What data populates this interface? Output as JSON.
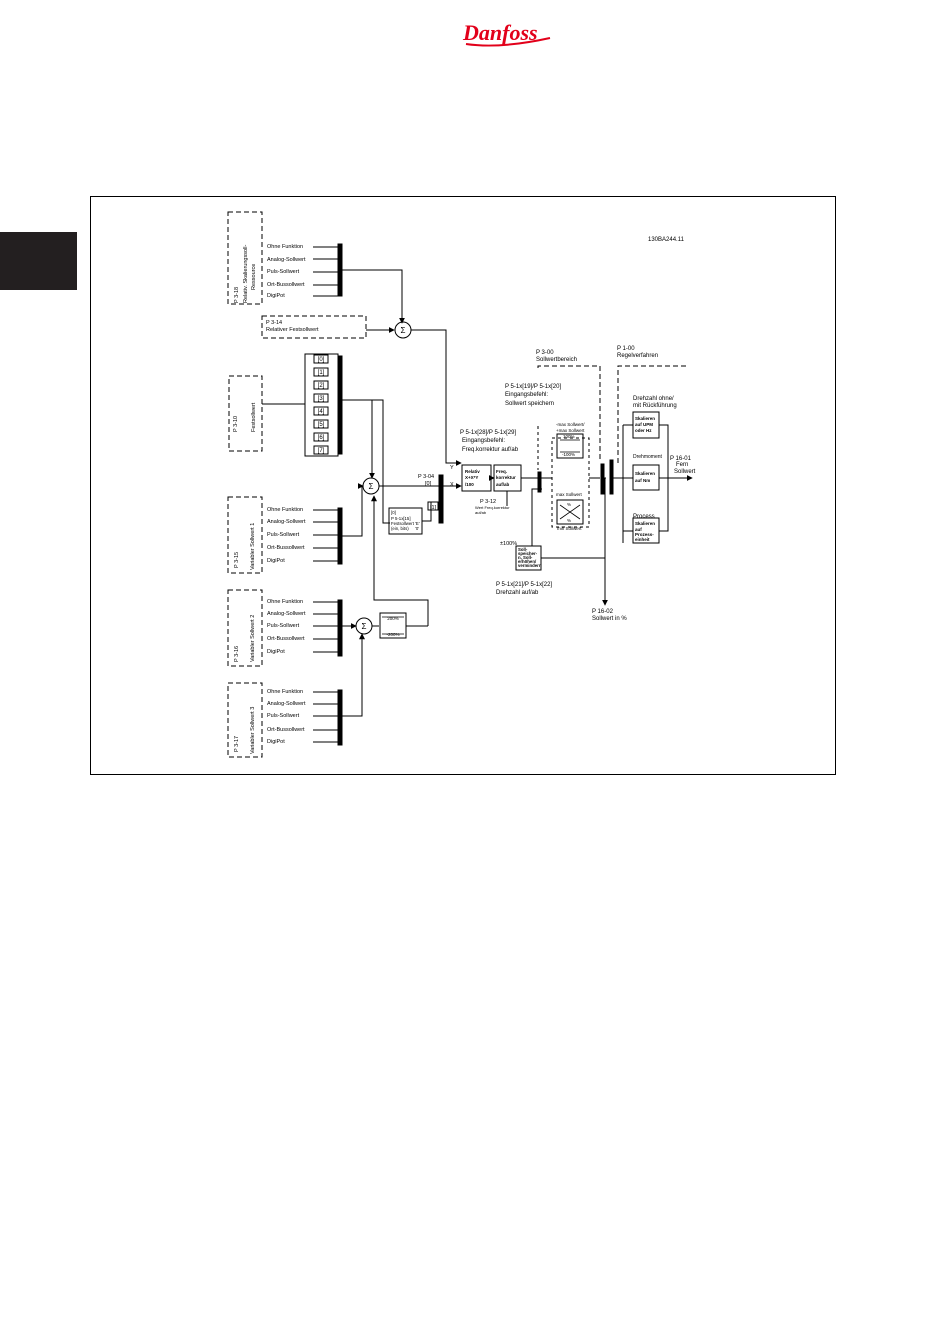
{
  "brand": {
    "logo_text": "Danfoss",
    "logo_color": "#e2001a"
  },
  "diagram": {
    "figure_id": "130BA244.11",
    "sources": {
      "p318": {
        "p": "P 3-18",
        "l1": "Relativ. Skalierungssoll-",
        "l2": "Ressource"
      },
      "p310": {
        "p": "P 3-10",
        "l1": "Festsollwert"
      },
      "p315": {
        "p": "P 3-15",
        "l1": "Variabler Sollwert 1"
      },
      "p316": {
        "p": "P 3-16",
        "l1": "Variabler Sollwert 2"
      },
      "p317": {
        "p": "P 3-17",
        "l1": "Variabler Sollwert 3"
      }
    },
    "options": [
      "Ohne Funktion",
      "Analog-Sollwert",
      "Puls-Sollwert",
      "Ort-Bussollwert",
      "DigiPot"
    ],
    "preset_values": [
      "[0]",
      "[1]",
      "[2]",
      "[3]",
      "[4]",
      "[5]",
      "[6]",
      "[7]"
    ],
    "p314": {
      "l1": "P 3-14",
      "l2": "Relativer Festsollwert"
    },
    "p304": {
      "l1": "P 3-04",
      "l2": "[0]",
      "l3": "[1]"
    },
    "p514_15": {
      "l1": "[0]",
      "l2": "P 5-1x[15]",
      "l3": "Festsollwert 'E'",
      "l4": "(ein, bits)",
      "l5": "'0'"
    },
    "relativ": {
      "l1": "Relativ",
      "l2": "X+X*Y",
      "l3": "/100"
    },
    "freq": {
      "l1": "Freq.",
      "l2": "korrektur",
      "l3": "auf/ab"
    },
    "p312": {
      "l1": "P 3-12",
      "l2": "Wert Freq.korrektur",
      "l3": "auf/ab"
    },
    "p5128": {
      "l1": "P 5-1x[28]/P 5-1x[29]",
      "l2": "Eingangsbefehl:",
      "l3": "Freq.korrektur auf/ab"
    },
    "p5119": {
      "l1": "P 5-1x[19]/P 5-1x[20]",
      "l2": "Eingangsbefehl:",
      "l3": "Sollwert speichern"
    },
    "p300": {
      "l1": "P 3-00",
      "l2": "Sollwertbereich"
    },
    "p100": {
      "l1": "P 1-00",
      "l2": "Regelverfahren"
    },
    "range": {
      "maxmin": "-max Sollwert/",
      "maxmax": "+max Sollwert",
      "pos": "100%",
      "neg": "-100%",
      "maxs": "max Sollwert",
      "mins": "min Sollwert",
      "pct": "%"
    },
    "labels": {
      "x": "X",
      "y": "Y",
      "sigma": "Σ",
      "pm100": "±100%",
      "pct200": "200%",
      "neg200": "-200%"
    },
    "speed_ctrl": {
      "l1": "Soll-",
      "l2": "speicher-",
      "l3": "n, Soll-",
      "l4": "erhöhen/",
      "l5": "vermindern"
    },
    "p5121": {
      "l1": "P 5-1x[21]/P 5-1x[22]",
      "l2": "Drehzahl auf/ab"
    },
    "p1602": {
      "l1": "P 16-02",
      "l2": "Sollwert in %"
    },
    "p1601": {
      "l1": "P 16-01",
      "l2": "Fern",
      "l3": "Sollwert"
    },
    "modes": {
      "m1": {
        "t1": "Drehzahl ohne/",
        "t2": "mit Rückführung",
        "b1": "Skalieren",
        "b2": "auf UPM",
        "b3": "oder Hz"
      },
      "m2": {
        "t1": "Drehmoment",
        "b1": "Skalieren",
        "b2": "auf Nm"
      },
      "m3": {
        "t1": "Process",
        "b1": "Skalieren",
        "b2": "auf",
        "b3": "Prozess-",
        "b4": "einheit"
      }
    }
  }
}
